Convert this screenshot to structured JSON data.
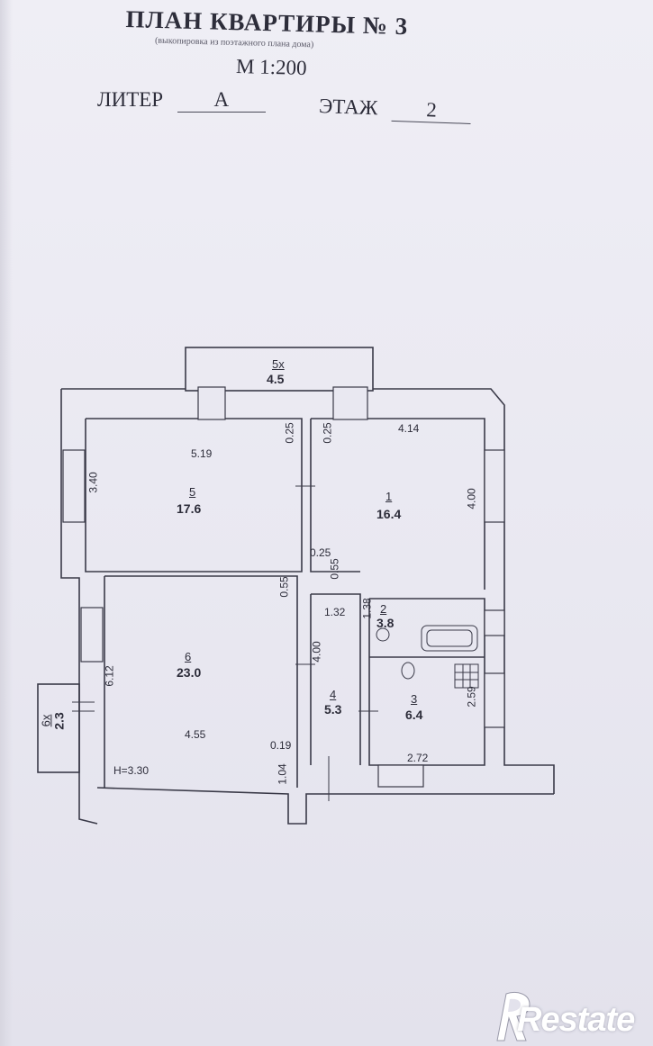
{
  "document": {
    "title": "ПЛАН КВАРТИРЫ № 3",
    "subtitle": "(выкопировка из поэтажного плана дома)",
    "scale": "М 1:200",
    "liter_label": "ЛИТЕР",
    "liter_value": "А",
    "floor_label": "ЭТАЖ",
    "floor_value": "2"
  },
  "rooms": [
    {
      "number": "1",
      "area": "16.4"
    },
    {
      "number": "2",
      "area": "3.8"
    },
    {
      "number": "3",
      "area": "6.4"
    },
    {
      "number": "4",
      "area": "5.3"
    },
    {
      "number": "5",
      "area": "17.6"
    },
    {
      "number": "6",
      "area": "23.0"
    },
    {
      "number": "5х",
      "area": "4.5"
    },
    {
      "number": "6х",
      "area": "2.3"
    }
  ],
  "dimensions": {
    "d_519": "5.19",
    "d_414": "4.14",
    "d_340": "3.40",
    "d_400a": "4.00",
    "d_025a": "0.25",
    "d_025b": "0.25",
    "d_025c": "0.25",
    "d_055a": "0.55",
    "d_055b": "0.55",
    "d_132": "1.32",
    "d_138": "1.38",
    "d_612": "6.12",
    "d_400b": "4.00",
    "d_455": "4.55",
    "d_019": "0.19",
    "d_104": "1.04",
    "d_272": "2.72",
    "d_259": "2.59",
    "height": "H=3.30"
  },
  "watermark": {
    "text": "Restate"
  }
}
